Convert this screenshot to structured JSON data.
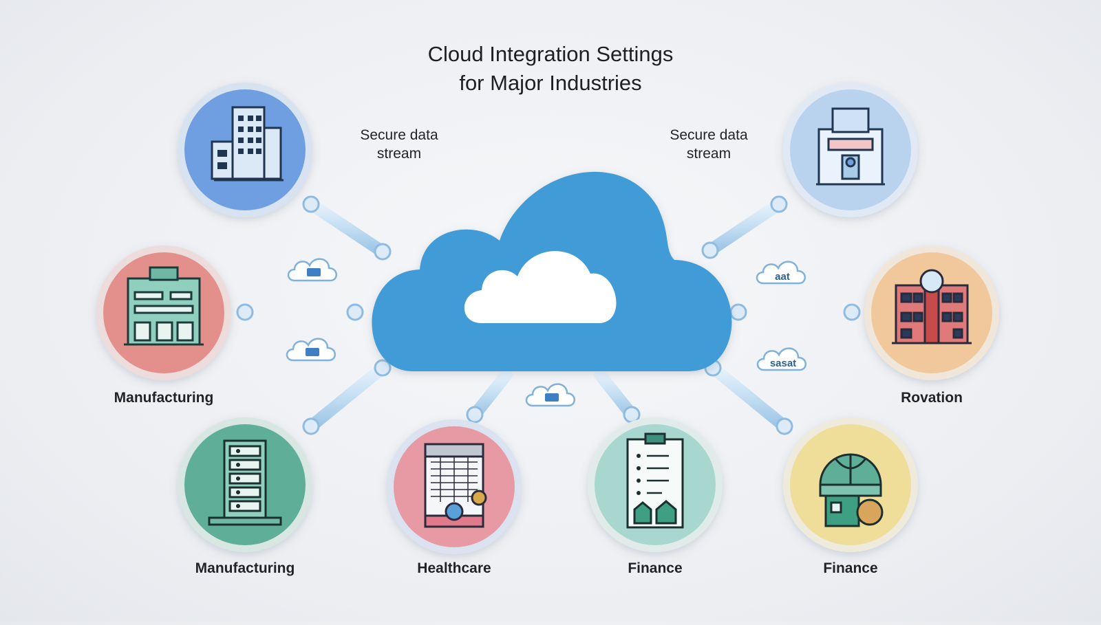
{
  "title": {
    "line1": "Cloud Integration Settings",
    "line2": "for Major Industries"
  },
  "stream_labels": [
    {
      "line1": "Secure data",
      "line2": "stream"
    },
    {
      "line1": "Secure data",
      "line2": "stream"
    }
  ],
  "nodes": [
    {
      "label": "",
      "icon": "office-building-icon",
      "color": "#6f9fe0"
    },
    {
      "label": "",
      "icon": "bank-building-icon",
      "color": "#b9d3ef"
    },
    {
      "label": "Manufacturing",
      "icon": "factory-icon",
      "color": "#e3908c"
    },
    {
      "label": "Rovation",
      "icon": "retail-store-icon",
      "color": "#f1c89b"
    },
    {
      "label": "Manufacturing",
      "icon": "server-rack-icon",
      "color": "#5fae98"
    },
    {
      "label": "Healthcare",
      "icon": "medical-records-icon",
      "color": "#e89aa4"
    },
    {
      "label": "Finance",
      "icon": "checklist-icon",
      "color": "#a7d7cf"
    },
    {
      "label": "Finance",
      "icon": "globe-shop-icon",
      "color": "#efdd9a"
    }
  ],
  "mini_clouds": [
    {
      "text": ""
    },
    {
      "text": "aat"
    },
    {
      "text": ""
    },
    {
      "text": "sasat"
    },
    {
      "text": ""
    }
  ],
  "colors": {
    "cloud": "#3f9bd6",
    "pipe": "#b9d8ef",
    "pipe_edge": "#8fbbe0",
    "text": "#1f2329"
  }
}
